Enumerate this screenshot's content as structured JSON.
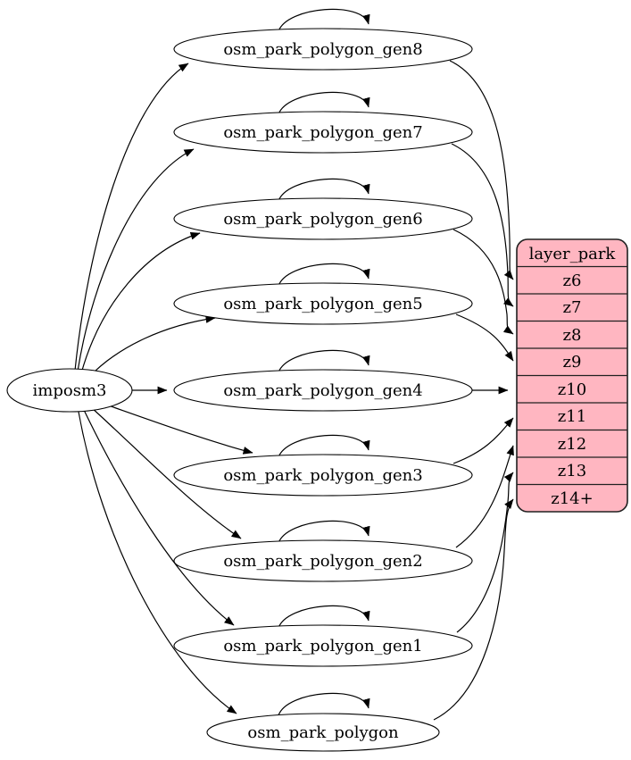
{
  "diagram": {
    "type": "etl-flow-graph",
    "source": {
      "label": "imposm3"
    },
    "generalized_tables": [
      {
        "label": "osm_park_polygon_gen8",
        "target_zoom": "z6"
      },
      {
        "label": "osm_park_polygon_gen7",
        "target_zoom": "z7"
      },
      {
        "label": "osm_park_polygon_gen6",
        "target_zoom": "z8"
      },
      {
        "label": "osm_park_polygon_gen5",
        "target_zoom": "z9"
      },
      {
        "label": "osm_park_polygon_gen4",
        "target_zoom": "z10"
      },
      {
        "label": "osm_park_polygon_gen3",
        "target_zoom": "z11"
      },
      {
        "label": "osm_park_polygon_gen2",
        "target_zoom": "z12"
      },
      {
        "label": "osm_park_polygon_gen1",
        "target_zoom": "z13"
      },
      {
        "label": "osm_park_polygon",
        "target_zoom": "z14+"
      }
    ],
    "layer_table": {
      "title": "layer_park",
      "rows": [
        "z6",
        "z7",
        "z8",
        "z9",
        "z10",
        "z11",
        "z12",
        "z13",
        "z14+"
      ]
    },
    "colors": {
      "layer_fill": "#ffb6c1",
      "node_fill": "#ffffff",
      "stroke": "#000000"
    }
  }
}
